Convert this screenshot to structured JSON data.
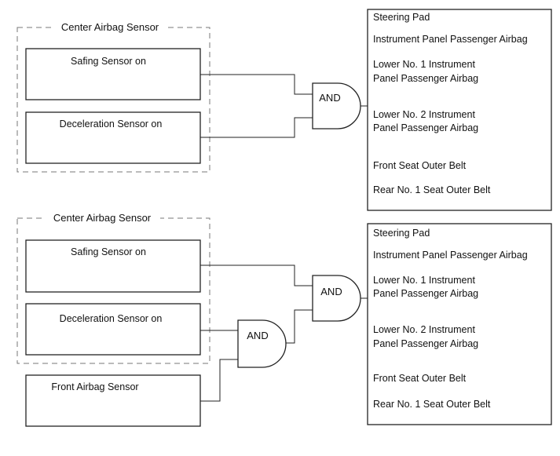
{
  "top_diagram": {
    "group_label": "Center Airbag Sensor",
    "inputs": [
      "Safing Sensor on",
      "Deceleration Sensor on"
    ],
    "gate_label": "AND",
    "outputs": [
      [
        "Steering Pad"
      ],
      [
        "Instrument Panel Passenger Airbag"
      ],
      [
        "Lower No. 1 Instrument",
        "Panel Passenger Airbag"
      ],
      [
        "Lower No. 2 Instrument",
        "Panel Passenger Airbag"
      ],
      [
        "Front Seat Outer Belt"
      ],
      [
        "Rear No. 1 Seat Outer Belt"
      ]
    ]
  },
  "bottom_diagram": {
    "group_label": "Center Airbag Sensor",
    "inputs": [
      "Safing Sensor on",
      "Deceleration Sensor on"
    ],
    "extra_input": "Front Airbag Sensor",
    "gate_main_label": "AND",
    "gate_sub_label": "AND",
    "outputs": [
      [
        "Steering Pad"
      ],
      [
        "Instrument Panel Passenger Airbag"
      ],
      [
        "Lower No. 1 Instrument",
        "Panel Passenger Airbag"
      ],
      [
        "Lower No. 2 Instrument",
        "Panel Passenger Airbag"
      ],
      [
        "Front Seat Outer Belt"
      ],
      [
        "Rear No. 1 Seat Outer Belt"
      ]
    ]
  }
}
